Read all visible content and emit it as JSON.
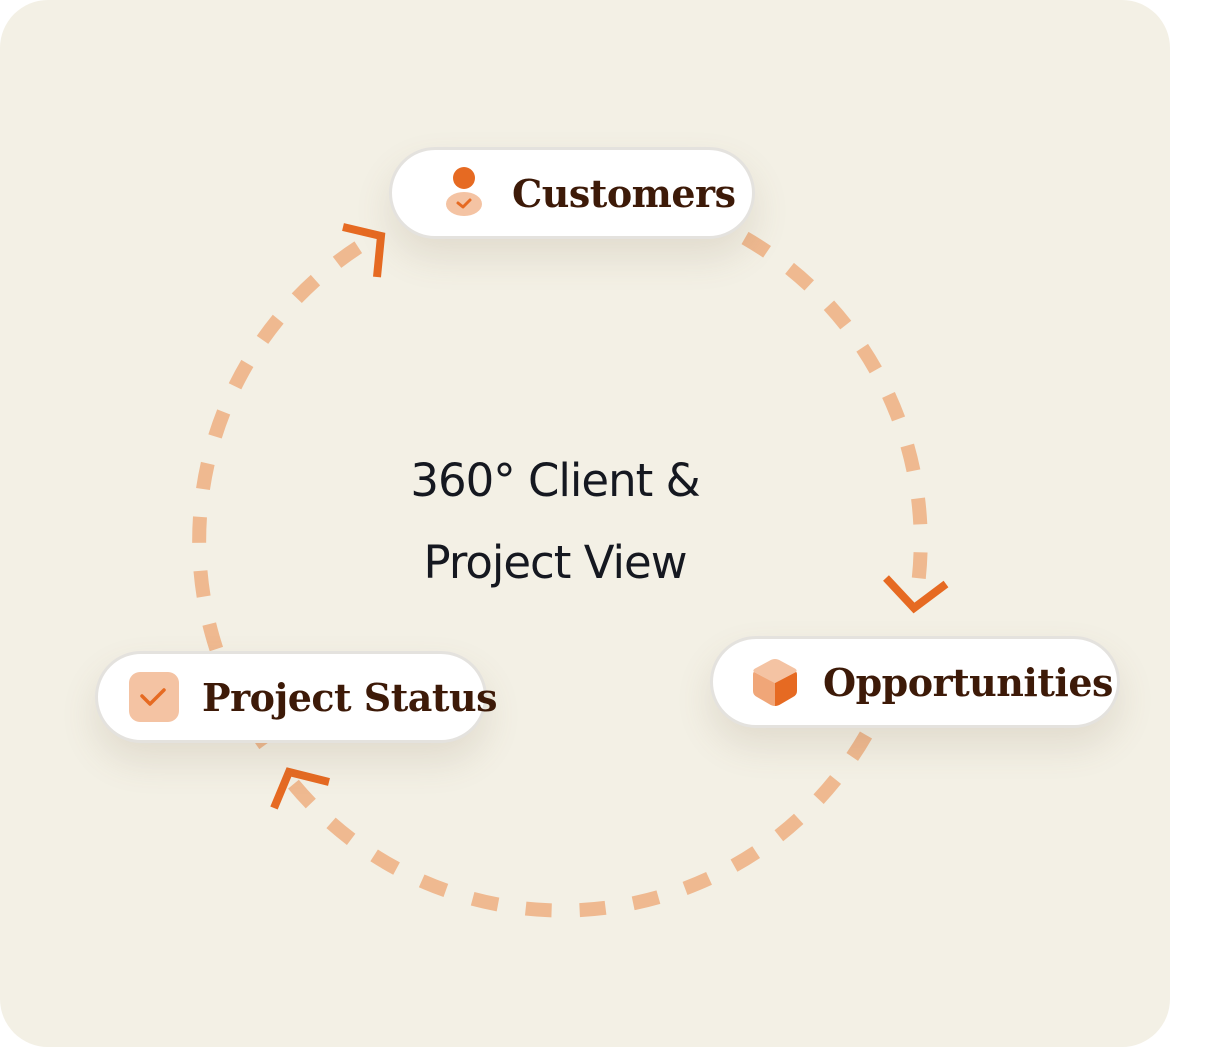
{
  "diagram": {
    "title_line1": "360° Client &",
    "title_line2": "Project View",
    "nodes": [
      {
        "id": "customers",
        "label": "Customers",
        "icon": "user-check-icon"
      },
      {
        "id": "opportunities",
        "label": "Opportunities",
        "icon": "cube-icon"
      },
      {
        "id": "project_status",
        "label": "Project Status",
        "icon": "checkbox-icon"
      }
    ],
    "flow": [
      "Customers",
      "Opportunities",
      "Project Status",
      "Customers"
    ],
    "colors": {
      "background": "#f3f0e5",
      "dash": "#efb990",
      "arrow": "#e66a22",
      "label_text": "#3d1a08",
      "title_text": "#151820",
      "icon_light": "#f4c3a3",
      "icon_mid": "#f0a678",
      "icon_dark": "#e66a22"
    }
  }
}
